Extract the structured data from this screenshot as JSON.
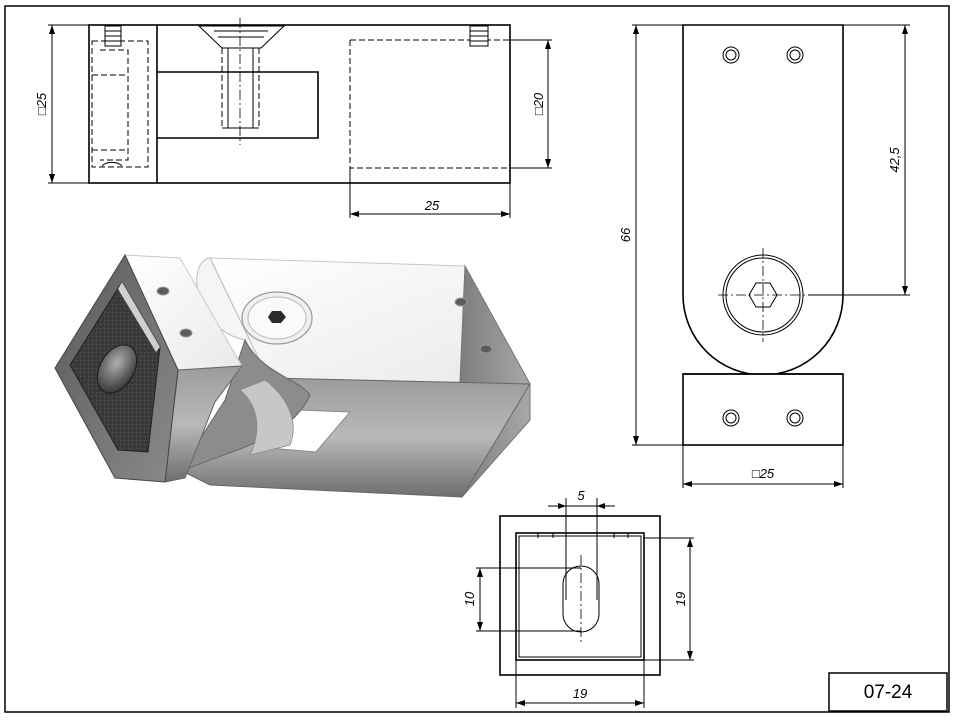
{
  "sheet": {
    "code": "07-24"
  },
  "dimensions": {
    "front_height": "□25",
    "front_inner_height": "□20",
    "front_length": "25",
    "side_total": "66",
    "side_upper": "42,5",
    "side_width": "□25",
    "end_slot_width": "5",
    "end_slot_height": "10",
    "end_inner_height": "19",
    "end_inner_width": "19"
  },
  "colors": {
    "line": "#000000",
    "paper": "#ffffff",
    "metal_light": "#f2f2f2",
    "metal_mid": "#9a9a9a",
    "metal_dark": "#4a4a4a"
  }
}
